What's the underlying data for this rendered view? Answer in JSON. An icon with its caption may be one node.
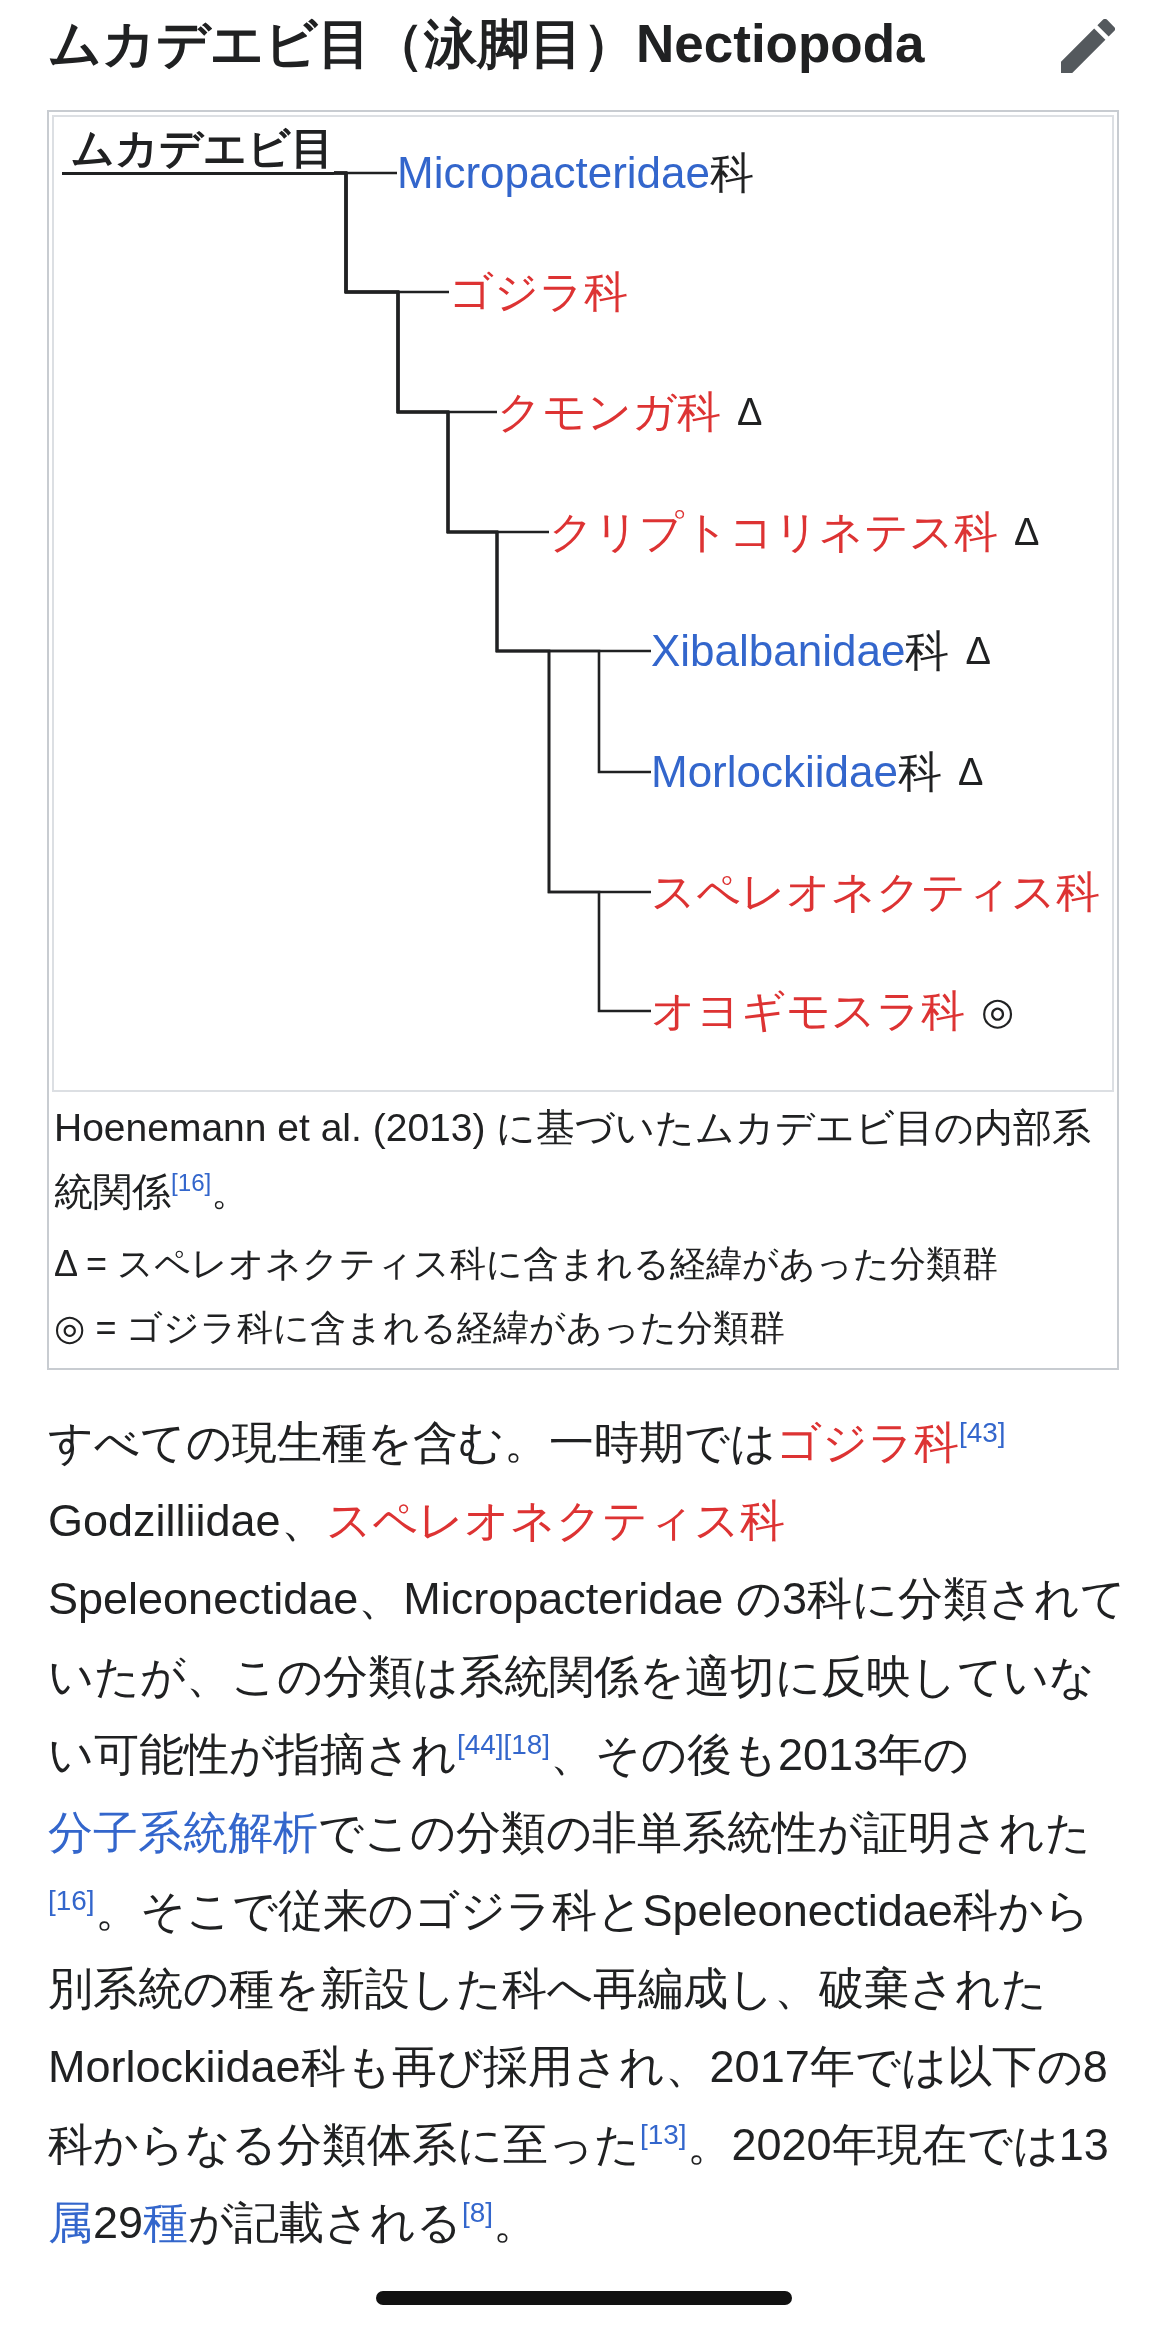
{
  "diagram": {
    "title": "ムカデエビ目（泳脚目）Nectiopoda",
    "caption": "Hoenemann et al. (2013) に基づいたムカデエビ目の内部系統関係$^{[16]}$。",
    "nodes": [
      {
        "text": [
          "ムカデエビ目"
        ]
      },
      {
        "text": [
          "Micropacteridae科"
        ]
      },
      {
        "text": [
          "ゴジラ科"
        ]
      },
      {
        "text": [
          "クモンガ科"
        ],
        "beside": [
          "Δ"
        ]
      },
      {
        "text": [
          "クリプトコリネテス科"
        ],
        "beside": [
          "Δ"
        ]
      },
      {
        "text": [
          "Xibalbanidae科"
        ],
        "beside": [
          "Δ"
        ]
      },
      {
        "text": [
          "Morlockiidae科"
        ],
        "beside": [
          "Δ"
        ]
      },
      {
        "text": [
          "スペレオネクティス科"
        ]
      },
      {
        "text": [
          "オヨギモスラ科"
        ],
        "beside": [
          "◎"
        ]
      },
      {
        "text": [],
        "shape": "bar"
      }
    ],
    "edges": [
      {
        "from": 0,
        "to": 1,
        "arrow": "none"
      },
      {
        "from": 0,
        "to": 2,
        "arrow": "none"
      },
      {
        "from": 0,
        "to": 3,
        "arrow": "none"
      },
      {
        "from": 0,
        "to": 4,
        "arrow": "none"
      },
      {
        "from": 0,
        "to": 5,
        "arrow": "none"
      },
      {
        "from": 0,
        "to": 6,
        "arrow": "none"
      },
      {
        "from": 0,
        "to": 7,
        "arrow": "none"
      },
      {
        "from": 0,
        "to": 8,
        "arrow": "none"
      }
    ],
    "labels": [
      "すべての現生種を含む。一時期ではゴジラ科$^{[43]}$ Godzilliidae、スペレオネクティス科 Speleonectidae、Micropacteridae の3科に分類されていたが、この分類は系統関係を適切に反映していない可能性が指摘され$^{[44]}$$^{[18]}$、その後も2013年の分子系統解析でこの分類の非単系統性が証明された$^{[16]}$。そこで従来のゴジラ科とSpeleonectidae科から別系統の種を新設した科へ再編成し、破棄されたMorlockiidae科も再び採用され、2017年では以下の8科からなる分類体系に至った$^{[13]}$。2020年現在では13属29種が記載される$^{[8]}$。"
    ],
    "legend": [
      {
        "text": "Δ = スペレオネクティス科に含まれる経緯があった分類群"
      },
      {
        "text": "◎ = ゴジラ科に含まれる経緯があった分類群"
      }
    ]
  }
}
